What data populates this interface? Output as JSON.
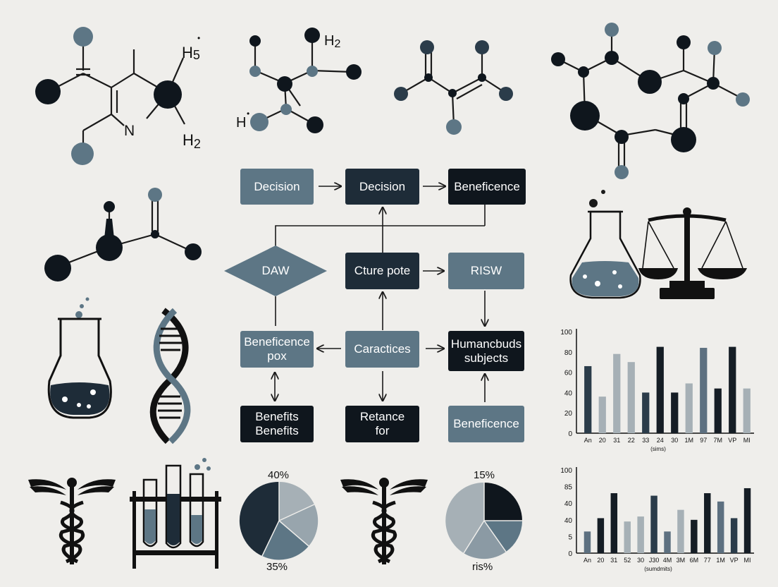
{
  "molecules": {
    "mol1": {
      "h5": "H",
      "h5_sub": "5",
      "h5_dot": "•",
      "n": "N",
      "h2": "H",
      "h2_sub": "2"
    },
    "mol2": {
      "h2": "H",
      "h2_sub": "2",
      "h": "H",
      "h_dot": "•"
    }
  },
  "flowchart": {
    "decision_1": "Decision",
    "decision_2": "Decision",
    "beneficence_top": "Beneficence",
    "daw": "DAW",
    "cture_pote": "Cture pote",
    "risw": "RISW",
    "beneficence_pox": "Beneficence\npox",
    "caractices": "Caractices",
    "humanbuds": "Humancbuds\nsubjects",
    "benefits": "Benefits\nBenefits",
    "retance": "Retance\nfor",
    "beneficence_bottom": "Beneficence"
  },
  "pie_labels": {
    "left_top": "40%",
    "left_bottom": "35%",
    "right_top": "15%",
    "right_bottom": "ris%"
  },
  "chart_data": [
    {
      "type": "bar",
      "title": "",
      "xlabel": "(sims)",
      "ylabel": "",
      "ylim": [
        0,
        100
      ],
      "yticks": [
        "100",
        "80",
        "60",
        "40",
        "20",
        "0"
      ],
      "categories": [
        "An",
        "20",
        "31",
        "22",
        "33",
        "24",
        "30",
        "1M",
        "97",
        "7M",
        "VP",
        "MI"
      ],
      "values": [
        66,
        36,
        78,
        70,
        40,
        85,
        40,
        49,
        84,
        44,
        85,
        44
      ],
      "colors": [
        "#2b3c4a",
        "#a6b0b6",
        "#a6b0b6",
        "#a6b0b6",
        "#2b3c4a",
        "#151d25",
        "#151d25",
        "#a6b0b6",
        "#5d7080",
        "#151d25",
        "#151d25",
        "#a6b0b6"
      ]
    },
    {
      "type": "bar",
      "title": "",
      "xlabel": "(sumdmits)",
      "ylabel": "",
      "ylim": [
        0,
        100
      ],
      "yticks": [
        "100",
        "85",
        "40",
        "40",
        "5",
        "0"
      ],
      "categories": [
        "An",
        "20",
        "31",
        "52",
        "30",
        "J30",
        "4M",
        "3M",
        "6M",
        "77",
        "1M",
        "VP",
        "MI"
      ],
      "values": [
        26,
        42,
        72,
        38,
        44,
        69,
        26,
        52,
        40,
        72,
        62,
        42,
        78
      ],
      "colors": [
        "#5d7080",
        "#151d25",
        "#151d25",
        "#a6b0b6",
        "#a6b0b6",
        "#2b3c4a",
        "#5d7080",
        "#a6b0b6",
        "#151d25",
        "#151d25",
        "#5d7080",
        "#2b3c4a",
        "#151d25"
      ]
    }
  ],
  "palette": {
    "dark": "#0f161d",
    "navy": "#1e2c38",
    "slate": "#5d7685",
    "light": "#a6b0b6",
    "background": "#efeeeb"
  }
}
